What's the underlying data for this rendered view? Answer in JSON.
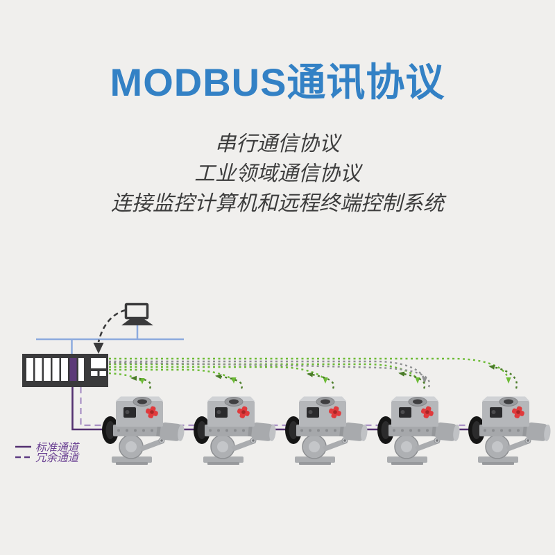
{
  "title": {
    "text": "MODBUS通讯协议",
    "color": "#3381c5"
  },
  "description": {
    "lines": [
      "串行通信协议",
      "工业领域通信协议",
      "连接监控计算机和远程终端控制系统"
    ]
  },
  "diagram": {
    "devices": {
      "actuator_count": 5,
      "plc_count": 1,
      "computer_count": 1
    },
    "icons": [
      "computer-icon",
      "plc-module-icon",
      "valve-actuator-icon",
      "down-arrow-icon",
      "return-arrow-icon"
    ],
    "legend": {
      "standard_label": "标准通道",
      "redundant_label": "冗余通道",
      "standard_color": "#533070",
      "redundant_dash_color": "#5d3b82"
    },
    "colors": {
      "background": "#f0efed",
      "ethernet_line_blue": "#8caade",
      "forward_channel_green": "#6cbb35",
      "return_channel_green": "#4a7c28",
      "redundant_channel_gray": "#8f9192",
      "standard_bus_purple": "#533070",
      "redundant_bus_purple": "#a88fc4",
      "device_dark": "#3a3a3b",
      "plc_slot_purple": "#5c3a78",
      "actuator_red_knob": "#e03a3c"
    }
  }
}
